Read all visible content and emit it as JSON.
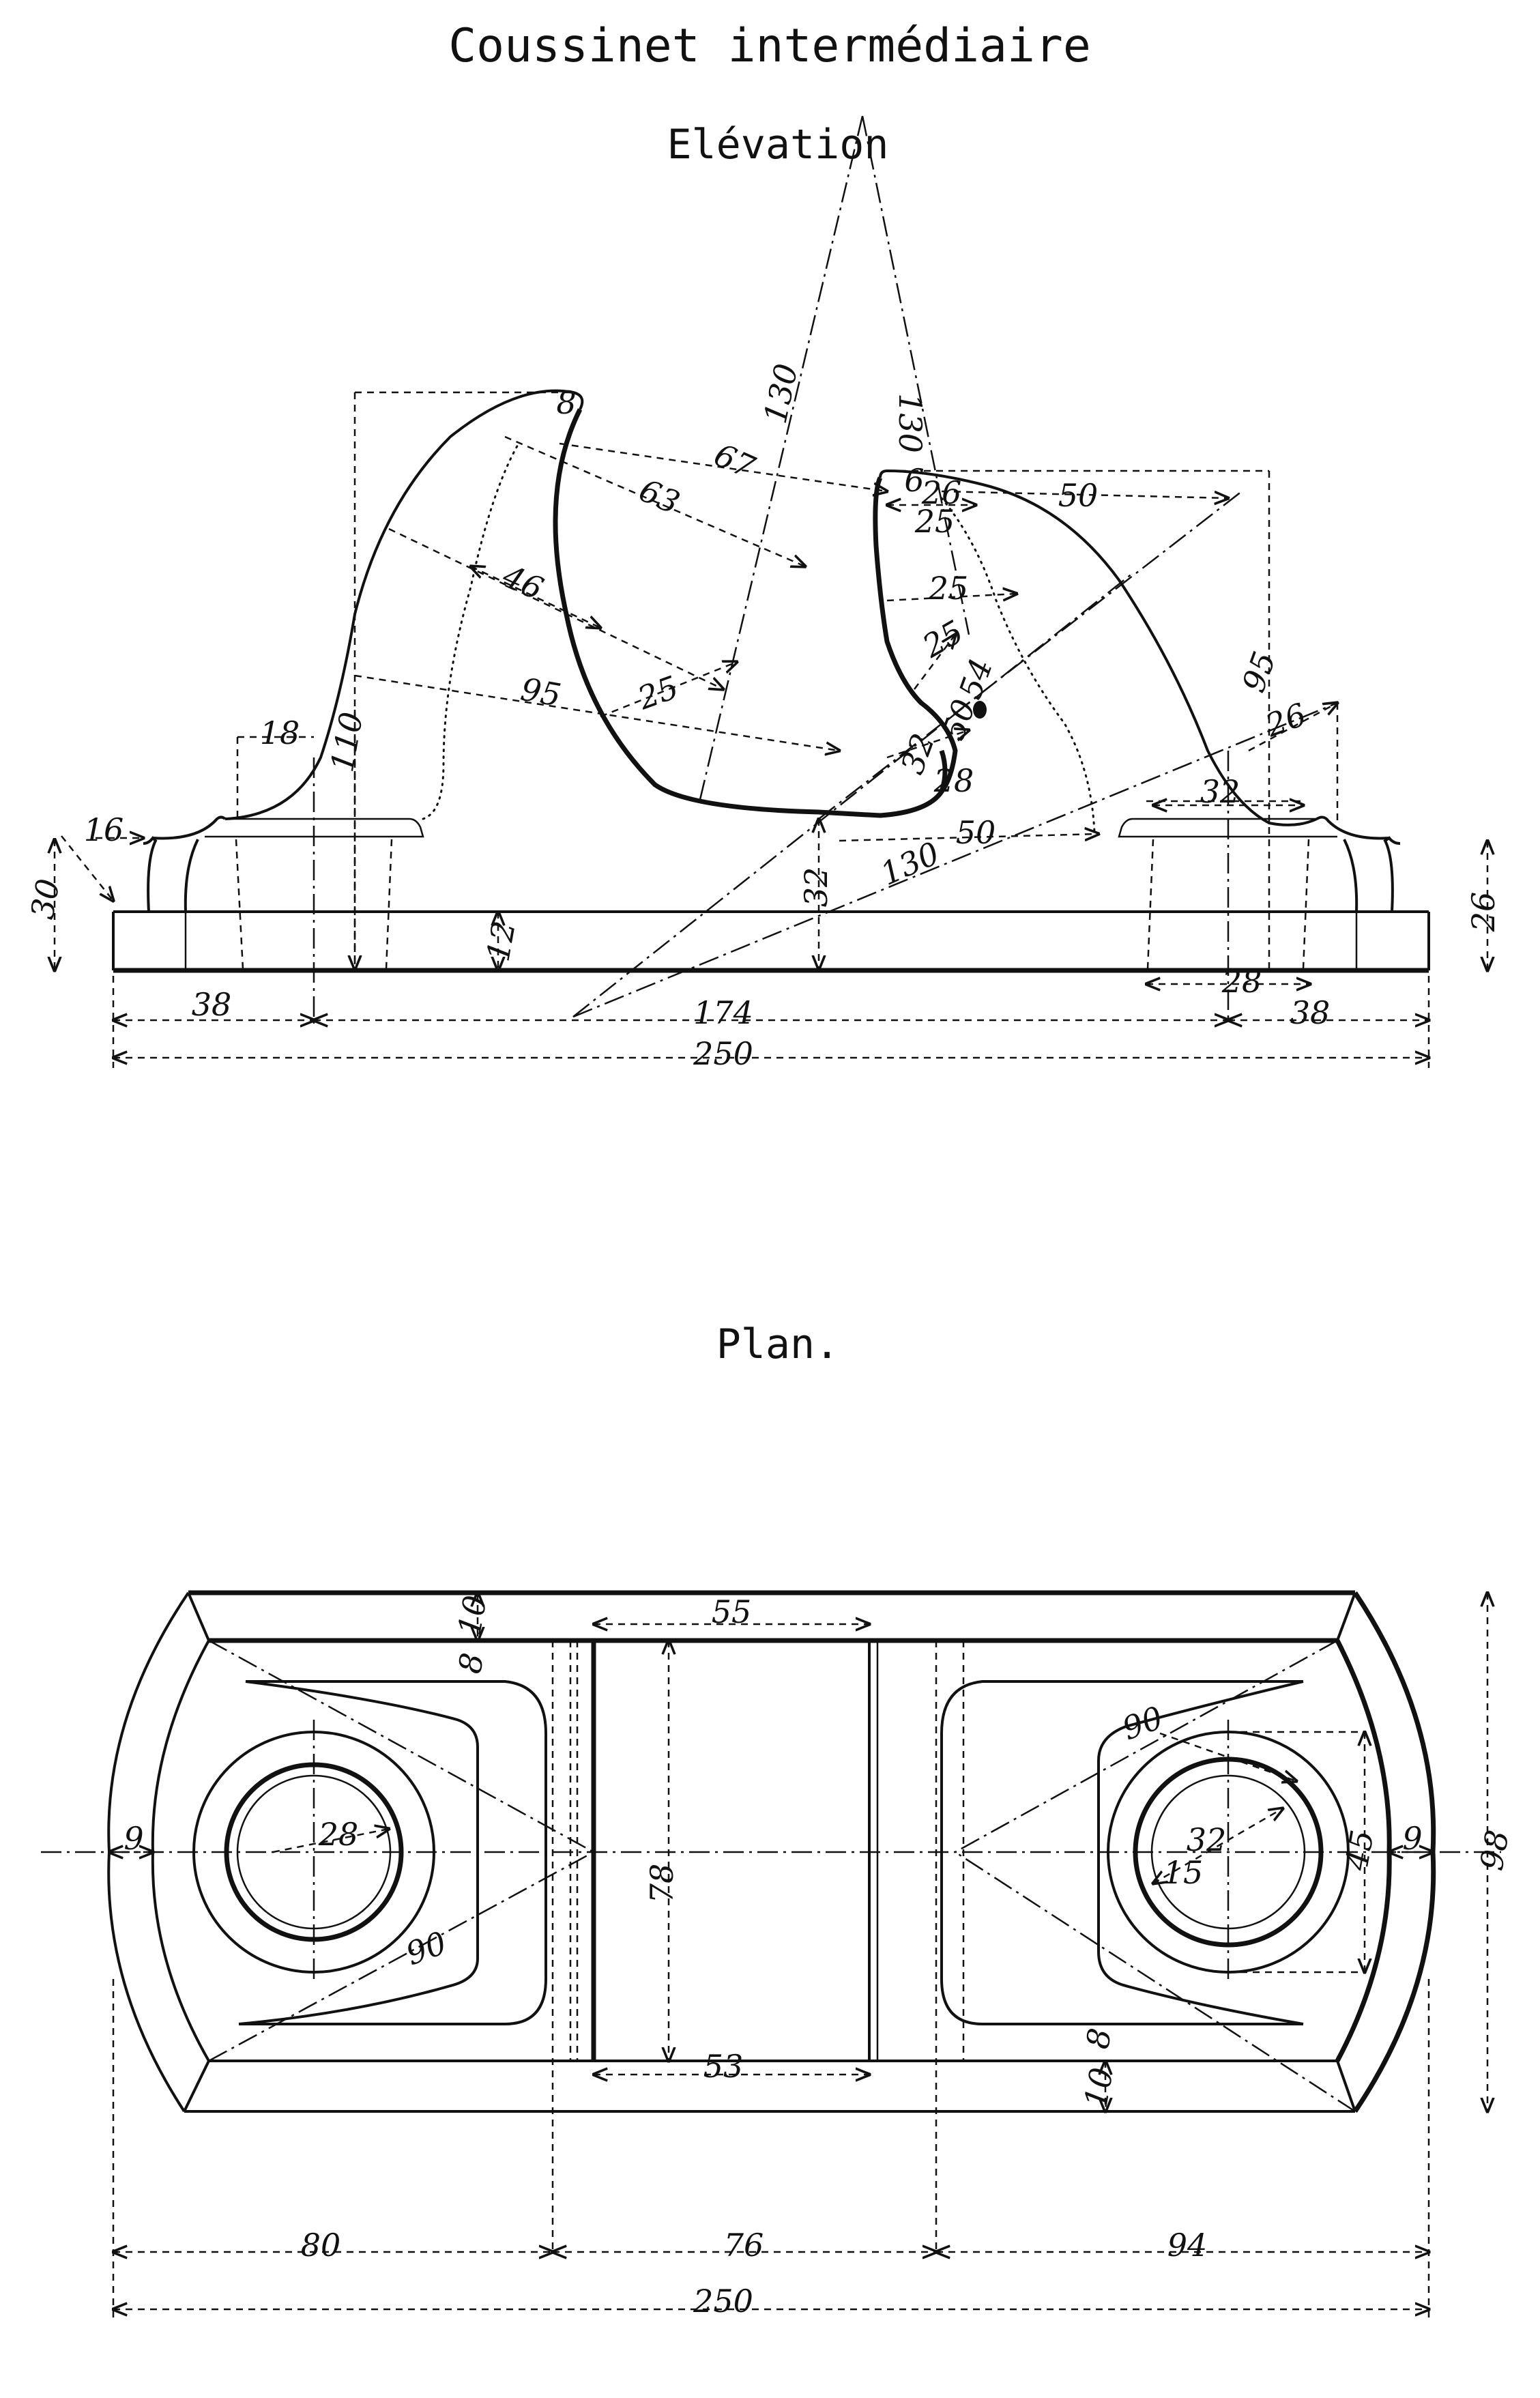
{
  "drawing": {
    "title": "Coussinet intermédiaire",
    "elevation_title": "Elévation",
    "plan_title": "Plan."
  },
  "elevation_dims": {
    "d130a": "130",
    "d130b": "130",
    "d130c": "130",
    "d67": "67",
    "d63": "63",
    "d46": "46",
    "d95a": "95",
    "d25a": "25",
    "d8a": "8",
    "d6": "6",
    "d26a": "26",
    "d25b": "25",
    "d25c": "25",
    "d25d": "25",
    "d54": "54",
    "d50a": "50",
    "d32a": "32",
    "d28a": "28",
    "d50b": "50",
    "d50c": "50",
    "d95b": "95",
    "d26b": "26",
    "d32b": "32",
    "d18": "18",
    "d110": "110",
    "d16": "16",
    "d30": "30",
    "d12": "12",
    "d32c": "32",
    "d26c": "26",
    "d28b": "28",
    "d38a": "38",
    "d174": "174",
    "d38b": "38",
    "d250": "250"
  },
  "plan_dims": {
    "d55": "55",
    "d53": "53",
    "d78": "78",
    "d10a": "10",
    "d8a": "8",
    "d8b": "8",
    "d10b": "10",
    "d9a": "9",
    "d9b": "9",
    "d28": "28",
    "d90a": "90",
    "d90b": "90",
    "d32": "32",
    "d15": "15",
    "d45": "45",
    "d98": "98",
    "d80": "80",
    "d76": "76",
    "d94": "94",
    "d250": "250"
  }
}
